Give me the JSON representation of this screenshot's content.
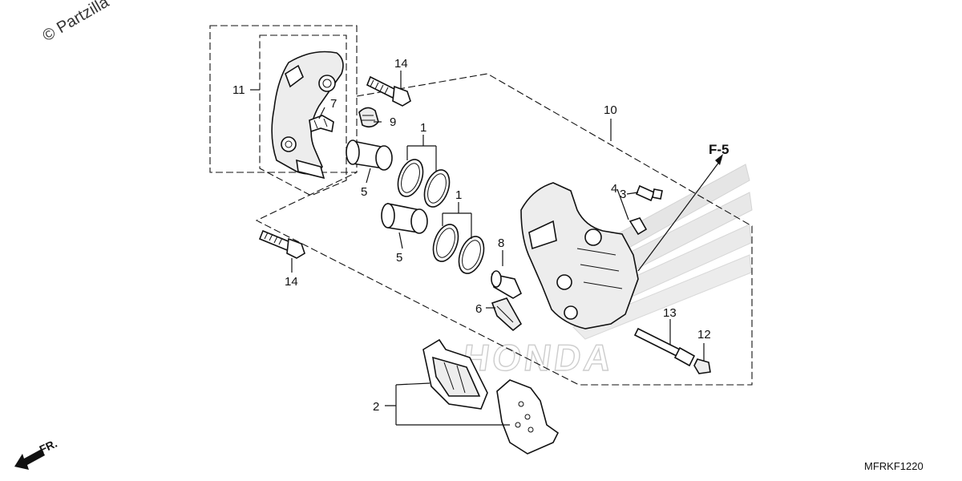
{
  "watermark": "© Partzilla",
  "reference_code": "MFRKF1220",
  "direction": {
    "label": "FR.",
    "ref_label": "F-5"
  },
  "background_logo_text": "HONDA",
  "callouts": {
    "c1a": "1",
    "c1b": "1",
    "c2": "2",
    "c3": "3",
    "c4": "4",
    "c5a": "5",
    "c5b": "5",
    "c6": "6",
    "c7": "7",
    "c8": "8",
    "c9": "9",
    "c10": "10",
    "c11": "11",
    "c12": "12",
    "c13": "13",
    "c14a": "14",
    "c14b": "14"
  }
}
